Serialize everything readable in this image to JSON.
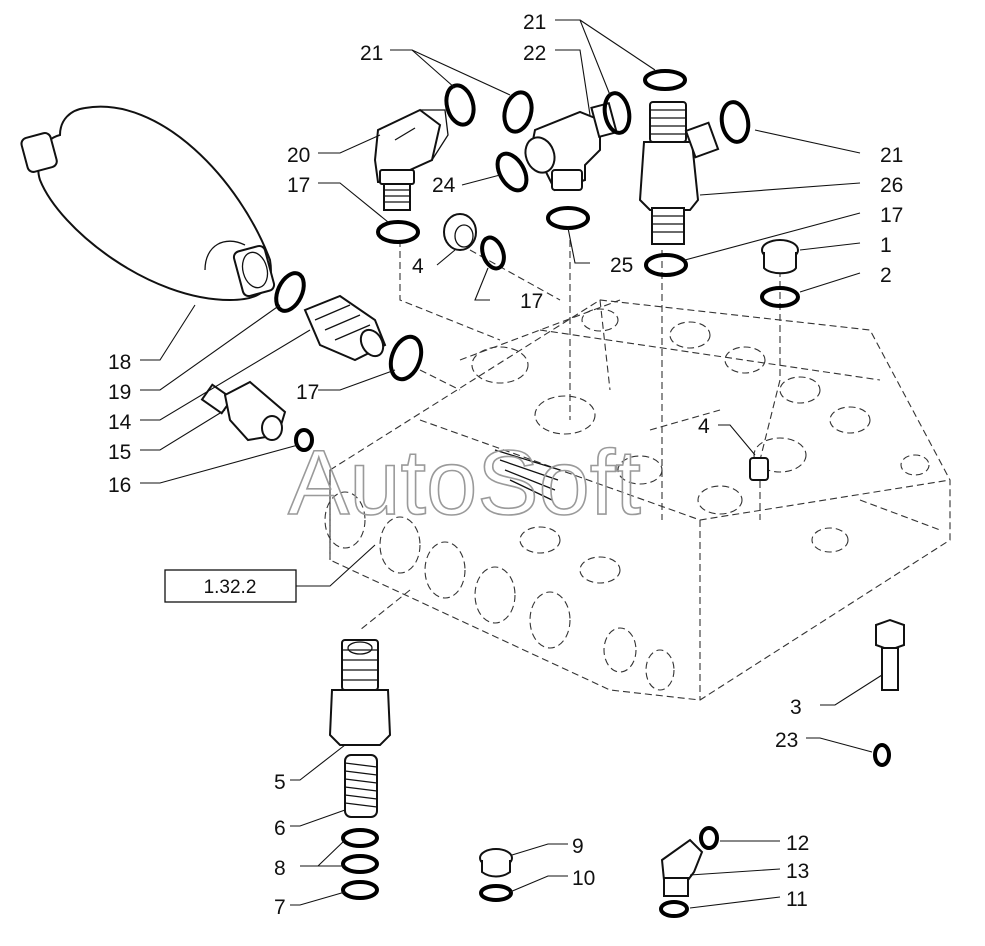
{
  "diagram": {
    "reference_box": "1.32.2",
    "watermark": "AutoSoft",
    "callouts": [
      "21",
      "22",
      "21",
      "20",
      "24",
      "21",
      "26",
      "17",
      "17",
      "4",
      "17",
      "25",
      "1",
      "2",
      "18",
      "19",
      "14",
      "17",
      "15",
      "16",
      "4",
      "5",
      "6",
      "8",
      "7",
      "9",
      "10",
      "12",
      "13",
      "11",
      "3",
      "23"
    ]
  }
}
